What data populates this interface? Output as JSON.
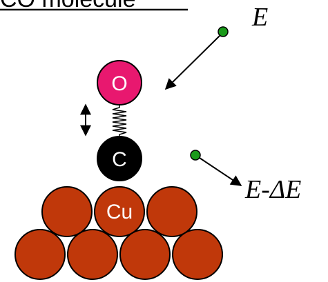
{
  "title": "CO molecule",
  "labels": {
    "incident_energy": "E",
    "scattered_energy": "E-ΔE",
    "oxygen": "O",
    "carbon": "C",
    "copper": "Cu"
  },
  "colors": {
    "oxygen": "#e8186f",
    "carbon": "#000000",
    "copper": "#c0380a",
    "particle": "#1a9a1a",
    "outline": "#000000"
  },
  "icons": {
    "vibration": "double-arrow-vertical",
    "bond": "spring"
  }
}
